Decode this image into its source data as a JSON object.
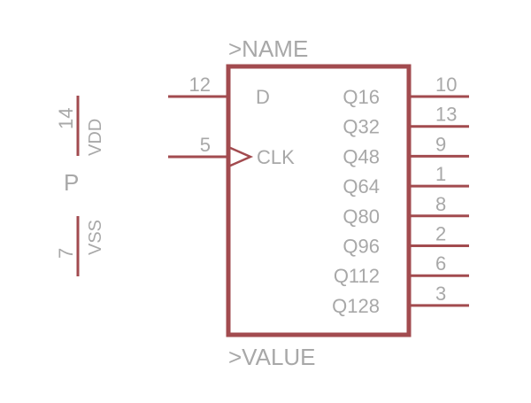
{
  "symbol": {
    "name_placeholder": ">NAME",
    "value_placeholder": ">VALUE",
    "colors": {
      "body": "#a24b4f",
      "pin": "#a24b4f",
      "text": "#a8a8a8"
    },
    "left_pins": [
      {
        "number": "12",
        "label": "D",
        "clock": false
      },
      {
        "number": "5",
        "label": "CLK",
        "clock": true
      }
    ],
    "right_pins": [
      {
        "number": "10",
        "label": "Q16"
      },
      {
        "number": "13",
        "label": "Q32"
      },
      {
        "number": "9",
        "label": "Q48"
      },
      {
        "number": "1",
        "label": "Q64"
      },
      {
        "number": "8",
        "label": "Q80"
      },
      {
        "number": "2",
        "label": "Q96"
      },
      {
        "number": "6",
        "label": "Q112"
      },
      {
        "number": "3",
        "label": "Q128"
      }
    ]
  },
  "power": {
    "gate_label": "P",
    "vdd": {
      "number": "14",
      "label": "VDD"
    },
    "vss": {
      "number": "7",
      "label": "VSS"
    }
  }
}
